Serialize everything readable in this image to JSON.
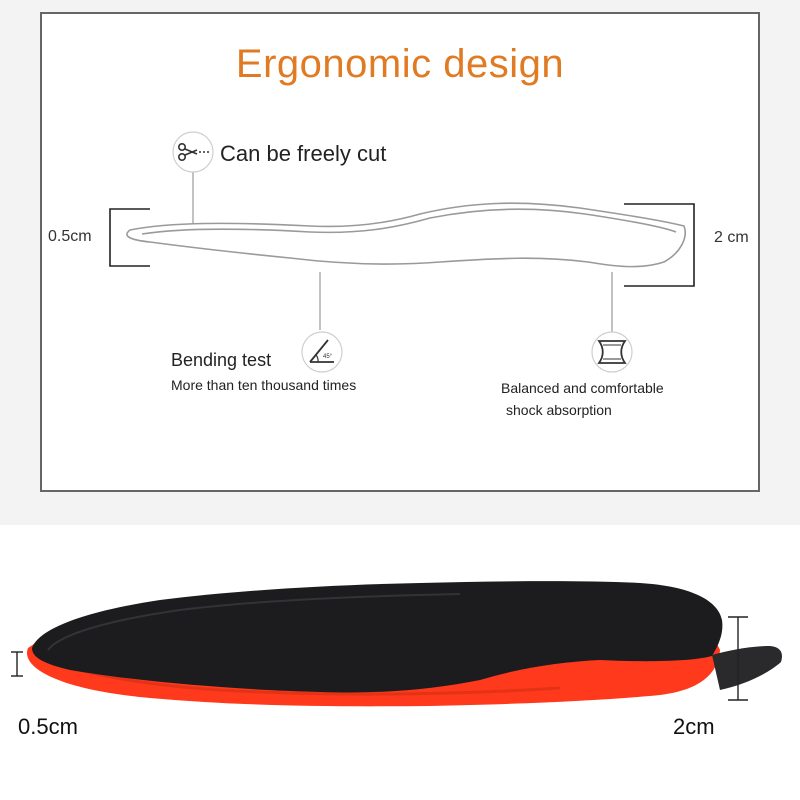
{
  "title": "Ergonomic design",
  "title_color": "#e07b24",
  "callouts": {
    "cut": "Can be freely cut",
    "bending_title": "Bending test",
    "bending_subtitle": "More than ten thousand times",
    "shock_line1": "Balanced and comfortable",
    "shock_line2": "shock absorption"
  },
  "measurements": {
    "diagram_heel_right": "2 cm",
    "diagram_toe_left": "0.5cm",
    "photo_toe_left": "0.5cm",
    "photo_heel_right": "2cm"
  },
  "icons": [
    "scissors-icon",
    "bending-angle-icon",
    "shock-absorption-icon"
  ],
  "colors": {
    "insole_base": "#ff3a1c",
    "insole_top": "#1c1c1e"
  }
}
